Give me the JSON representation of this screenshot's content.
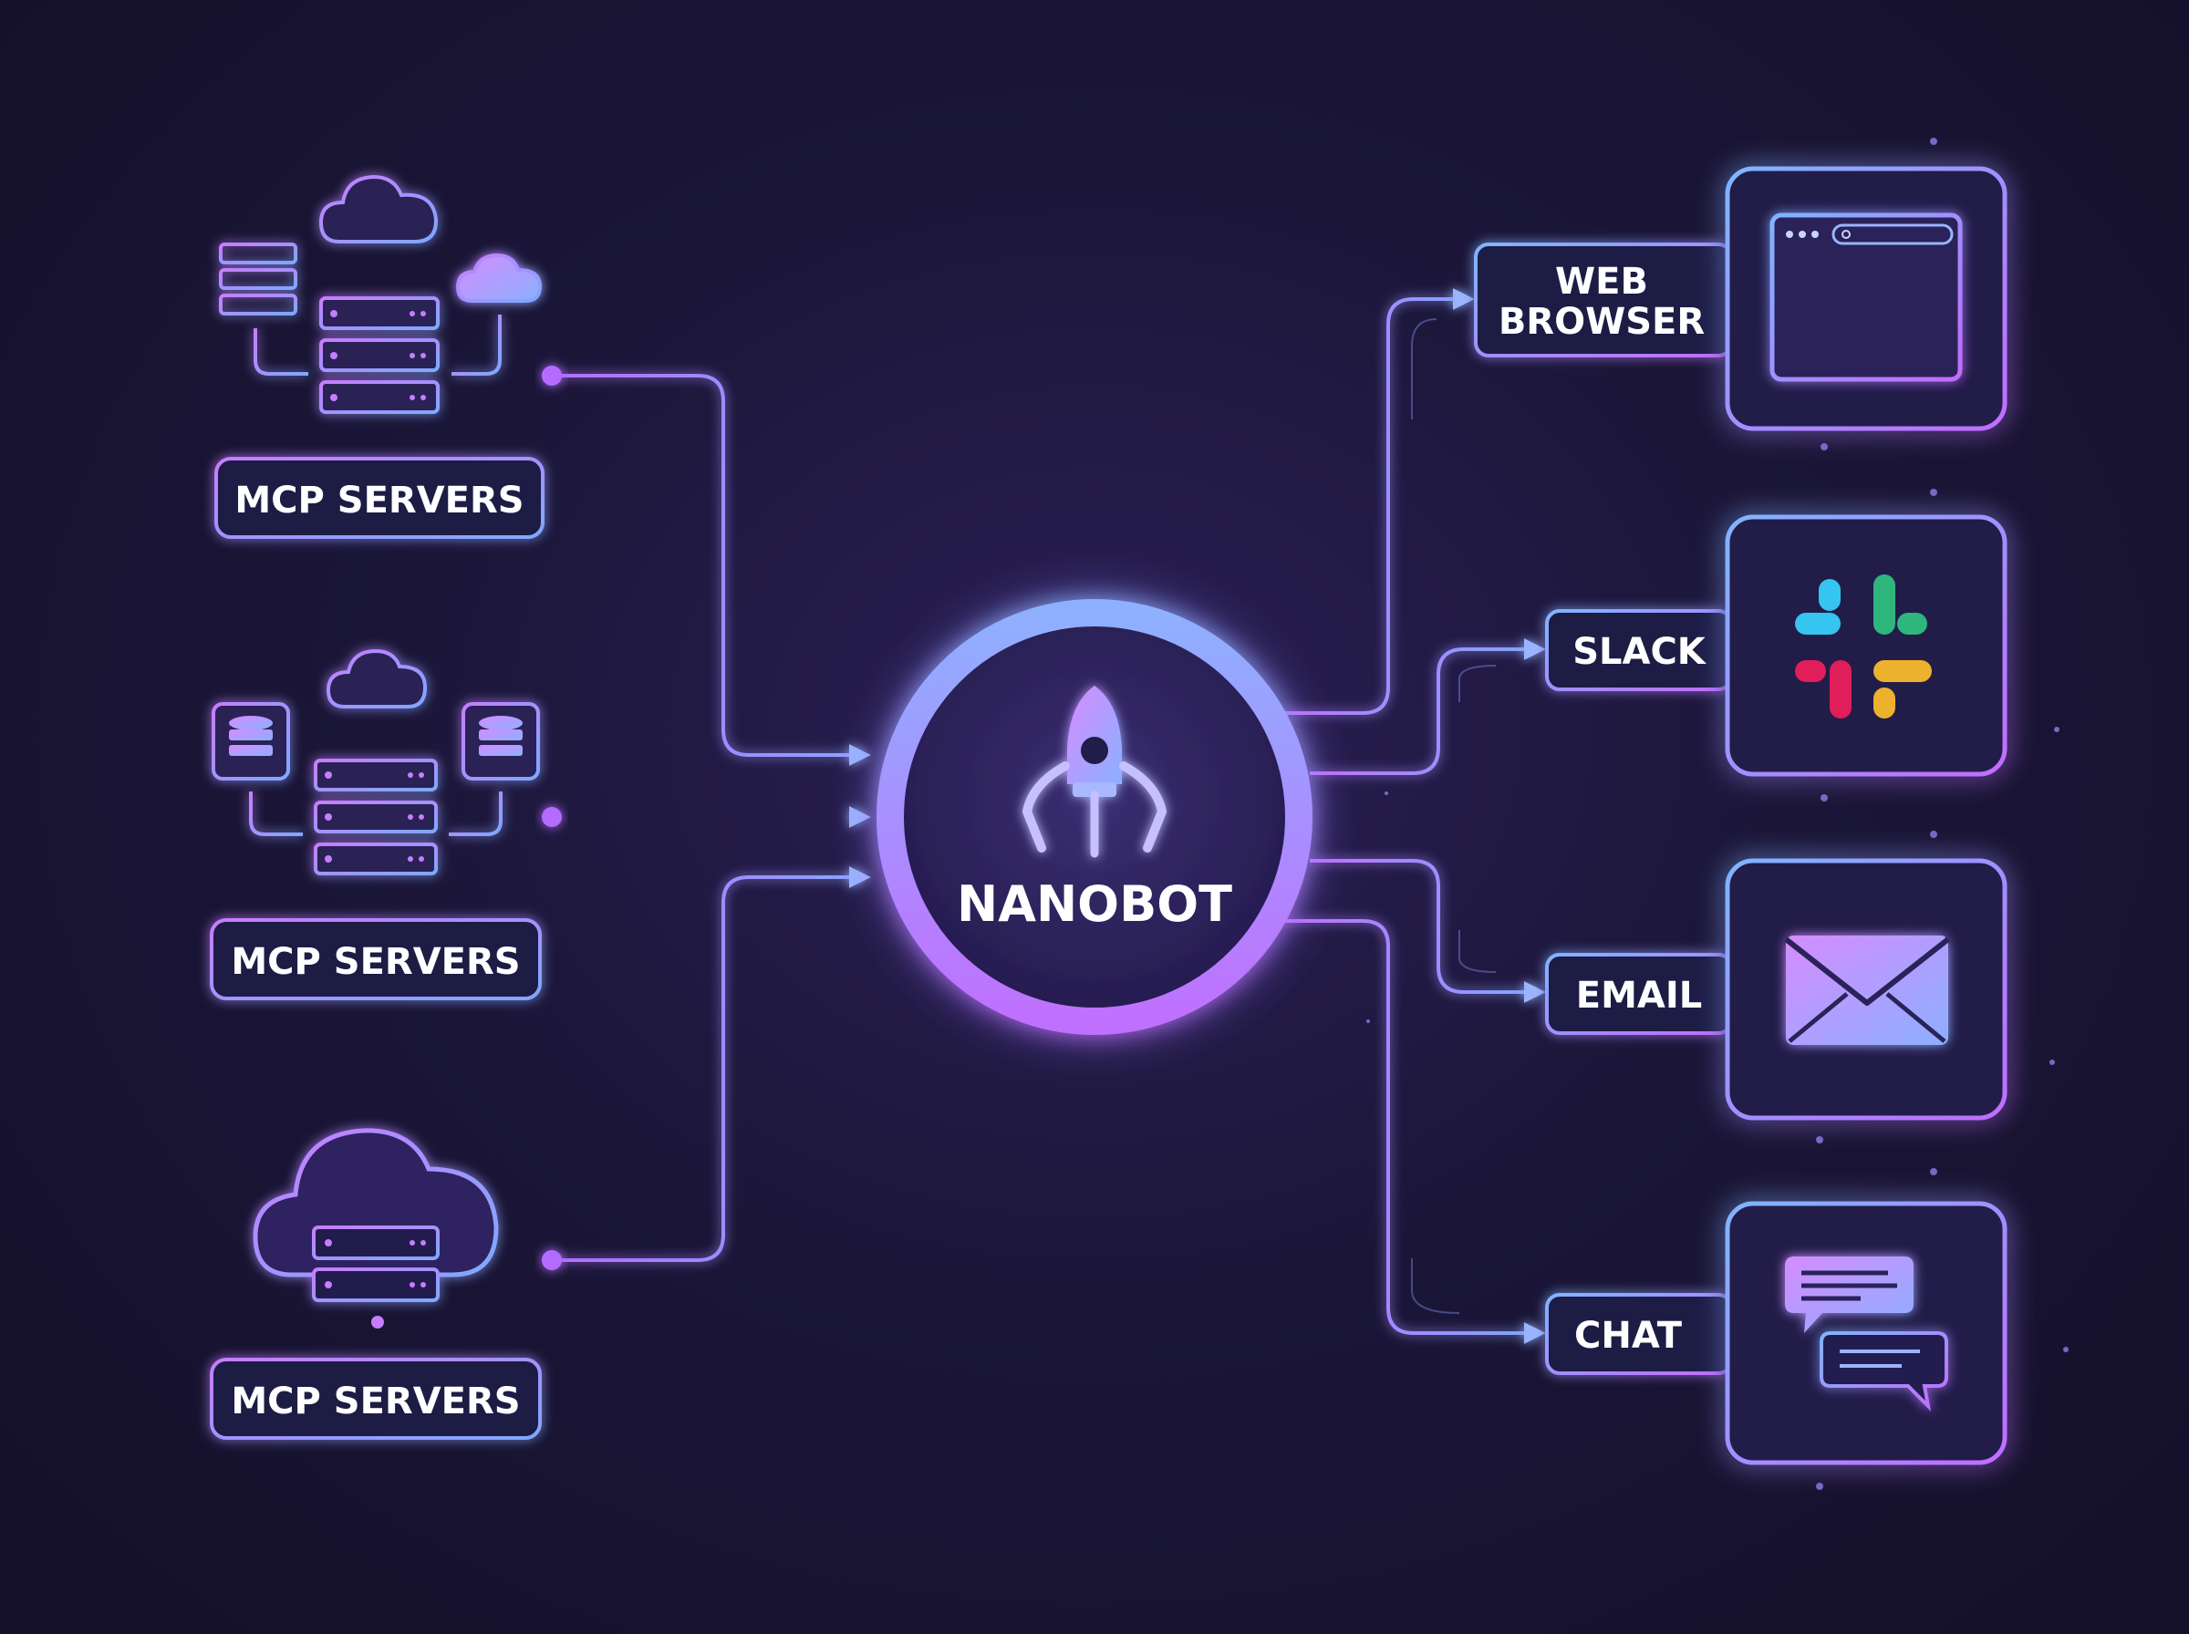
{
  "hub": {
    "label": "NANOBOT"
  },
  "sources": [
    {
      "label": "MCP SERVERS"
    },
    {
      "label": "MCP SERVERS"
    },
    {
      "label": "MCP SERVERS"
    }
  ],
  "targets": [
    {
      "line1": "WEB",
      "line2": "BROWSER"
    },
    {
      "label": "SLACK"
    },
    {
      "label": "EMAIL"
    },
    {
      "label": "CHAT"
    }
  ],
  "colors": {
    "background": "#1b1638",
    "accent_purple": "#b46cff",
    "accent_blue": "#7fa8ff",
    "slack_blue": "#36c5f0",
    "slack_green": "#2eb67d",
    "slack_red": "#e01e5a",
    "slack_yellow": "#ecb22e"
  },
  "icons": [
    "cloud-icon",
    "server-rack-icon",
    "database-icon",
    "rocket-icon",
    "browser-window-icon",
    "slack-logo-icon",
    "envelope-icon",
    "chat-bubbles-icon"
  ]
}
